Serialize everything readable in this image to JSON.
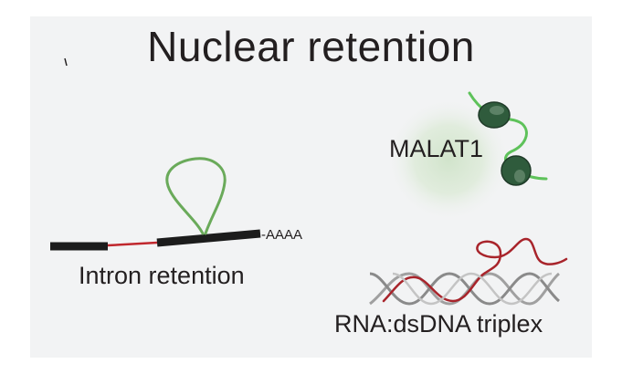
{
  "title": "Nuclear retention",
  "labels": {
    "malat1": "MALAT1",
    "intron_retention": "Intron retention",
    "triplex": "RNA:dsDNA triplex",
    "poly_a": "-AAAA"
  },
  "colors": {
    "panel_background": "#f2f3f4",
    "text": "#231f20",
    "exon_black": "#1c1c1c",
    "intron_red": "#c0272d",
    "rna_loop_green": "#6aaa5a",
    "malat1_green": "#5ec25a",
    "protein_dark_green": "#2f5b3c",
    "nuclear_speckle_glow": "#cfe3c9",
    "dna_gray": "#9a9a9a",
    "triplex_rna_red": "#a8242b"
  }
}
